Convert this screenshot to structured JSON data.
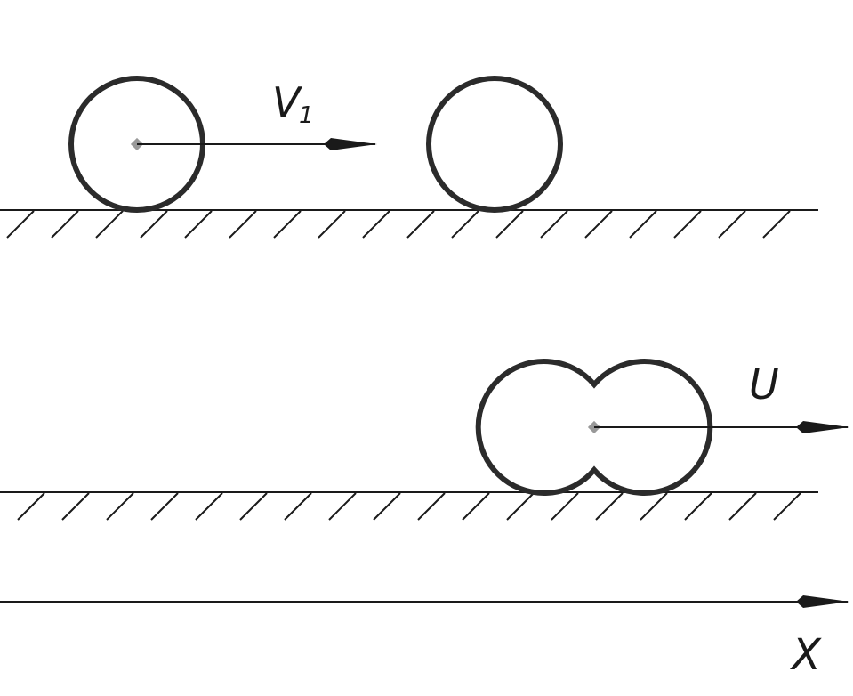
{
  "labels": {
    "v1_main": "V",
    "v1_sub": "1",
    "u": "U",
    "x": "X"
  },
  "colors": {
    "stroke": "#2b2b2b",
    "arrow": "#1a1a1a",
    "center_marker": "#999999",
    "background": "#ffffff"
  }
}
